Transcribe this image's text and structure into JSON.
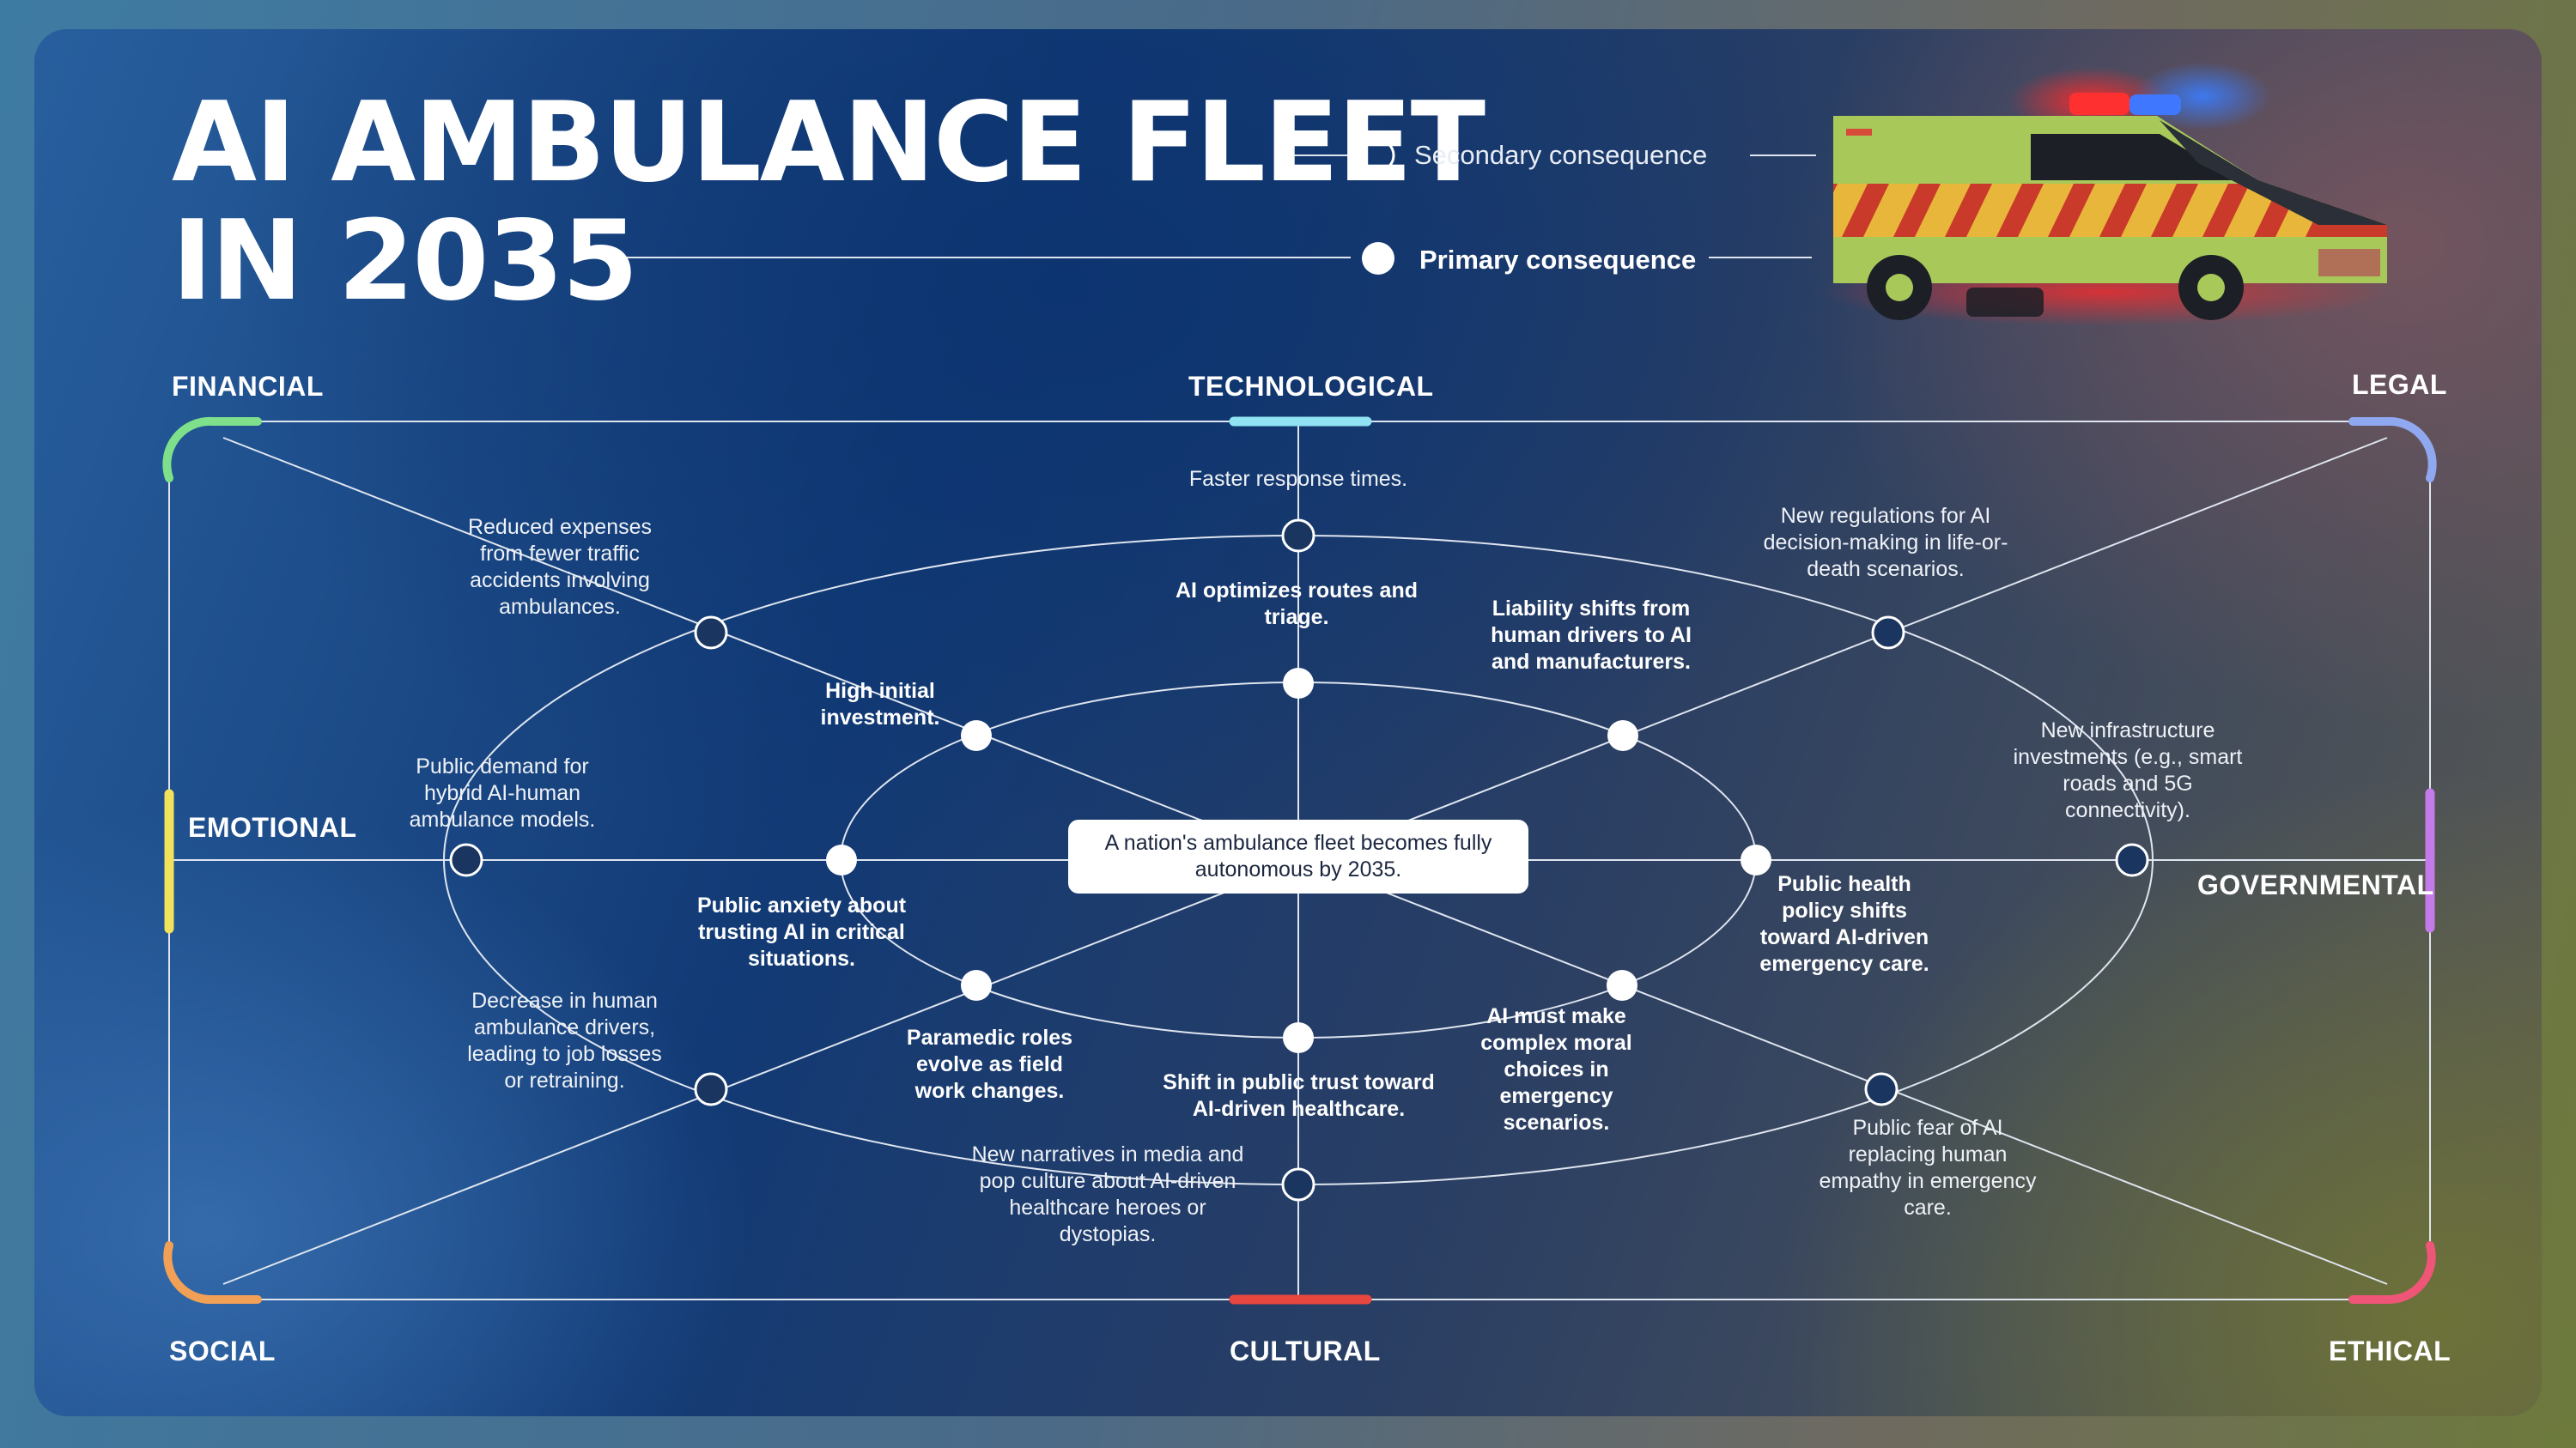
{
  "title_line1": "AI AMBULANCE FLEET",
  "title_line2": "IN 2035",
  "legend": {
    "secondary": "Secondary consequence",
    "primary": "Primary consequence"
  },
  "dimensions": {
    "financial": "FINANCIAL",
    "technological": "TECHNOLOGICAL",
    "legal": "LEGAL",
    "emotional": "EMOTIONAL",
    "governmental": "GOVERNMENTAL",
    "social": "SOCIAL",
    "cultural": "CULTURAL",
    "ethical": "ETHICAL"
  },
  "colors": {
    "financial": "#7ee08a",
    "technological": "#8fe3f2",
    "legal": "#8fa8ef",
    "emotional": "#f2e15a",
    "governmental": "#c47ae8",
    "social": "#f2a055",
    "cultural": "#e8473f",
    "ethical": "#ee5577"
  },
  "center_statement": "A nation's ambulance fleet becomes fully autonomous by 2035.",
  "primary_consequences": [
    "AI optimizes routes and triage.",
    "Liability shifts from human drivers to AI and manufacturers.",
    "Public health policy shifts toward AI-driven emergency care.",
    "AI must make complex moral choices in emergency scenarios.",
    "Shift in public trust toward AI-driven healthcare.",
    "Paramedic roles evolve as field work changes.",
    "Public anxiety about trusting AI in critical situations.",
    "High initial investment."
  ],
  "secondary_consequences": [
    "Faster response times.",
    "New regulations for AI decision-making in life-or-death scenarios.",
    "New infrastructure investments (e.g., smart roads and 5G connectivity).",
    "Public fear of AI replacing human empathy in emergency care.",
    "New narratives in media and pop culture about AI-driven healthcare heroes or dystopias.",
    "Decrease in human ambulance drivers, leading to job losses or retraining.",
    "Public demand for hybrid AI-human ambulance models.",
    "Reduced expenses from fewer traffic accidents involving ambulances."
  ]
}
